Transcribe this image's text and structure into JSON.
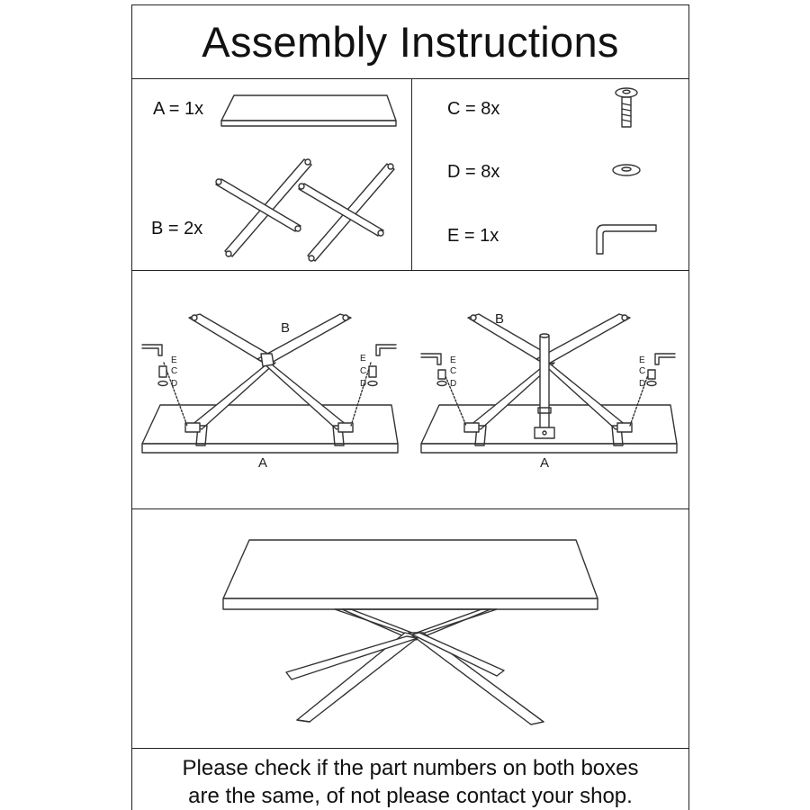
{
  "title": "Assembly Instructions",
  "parts": {
    "a": "A = 1x",
    "b": "B = 2x",
    "c": "C = 8x",
    "d": "D = 8x",
    "e": "E = 1x"
  },
  "step1": {
    "leg": "B",
    "top": "A",
    "e": "E",
    "c": "C",
    "d": "D"
  },
  "step2": {
    "leg": "B",
    "top": "A",
    "e": "E",
    "c": "C",
    "d": "D"
  },
  "footer": {
    "line1": "Please check if the part numbers on both boxes",
    "line2": "are the same, of not please contact your shop."
  }
}
